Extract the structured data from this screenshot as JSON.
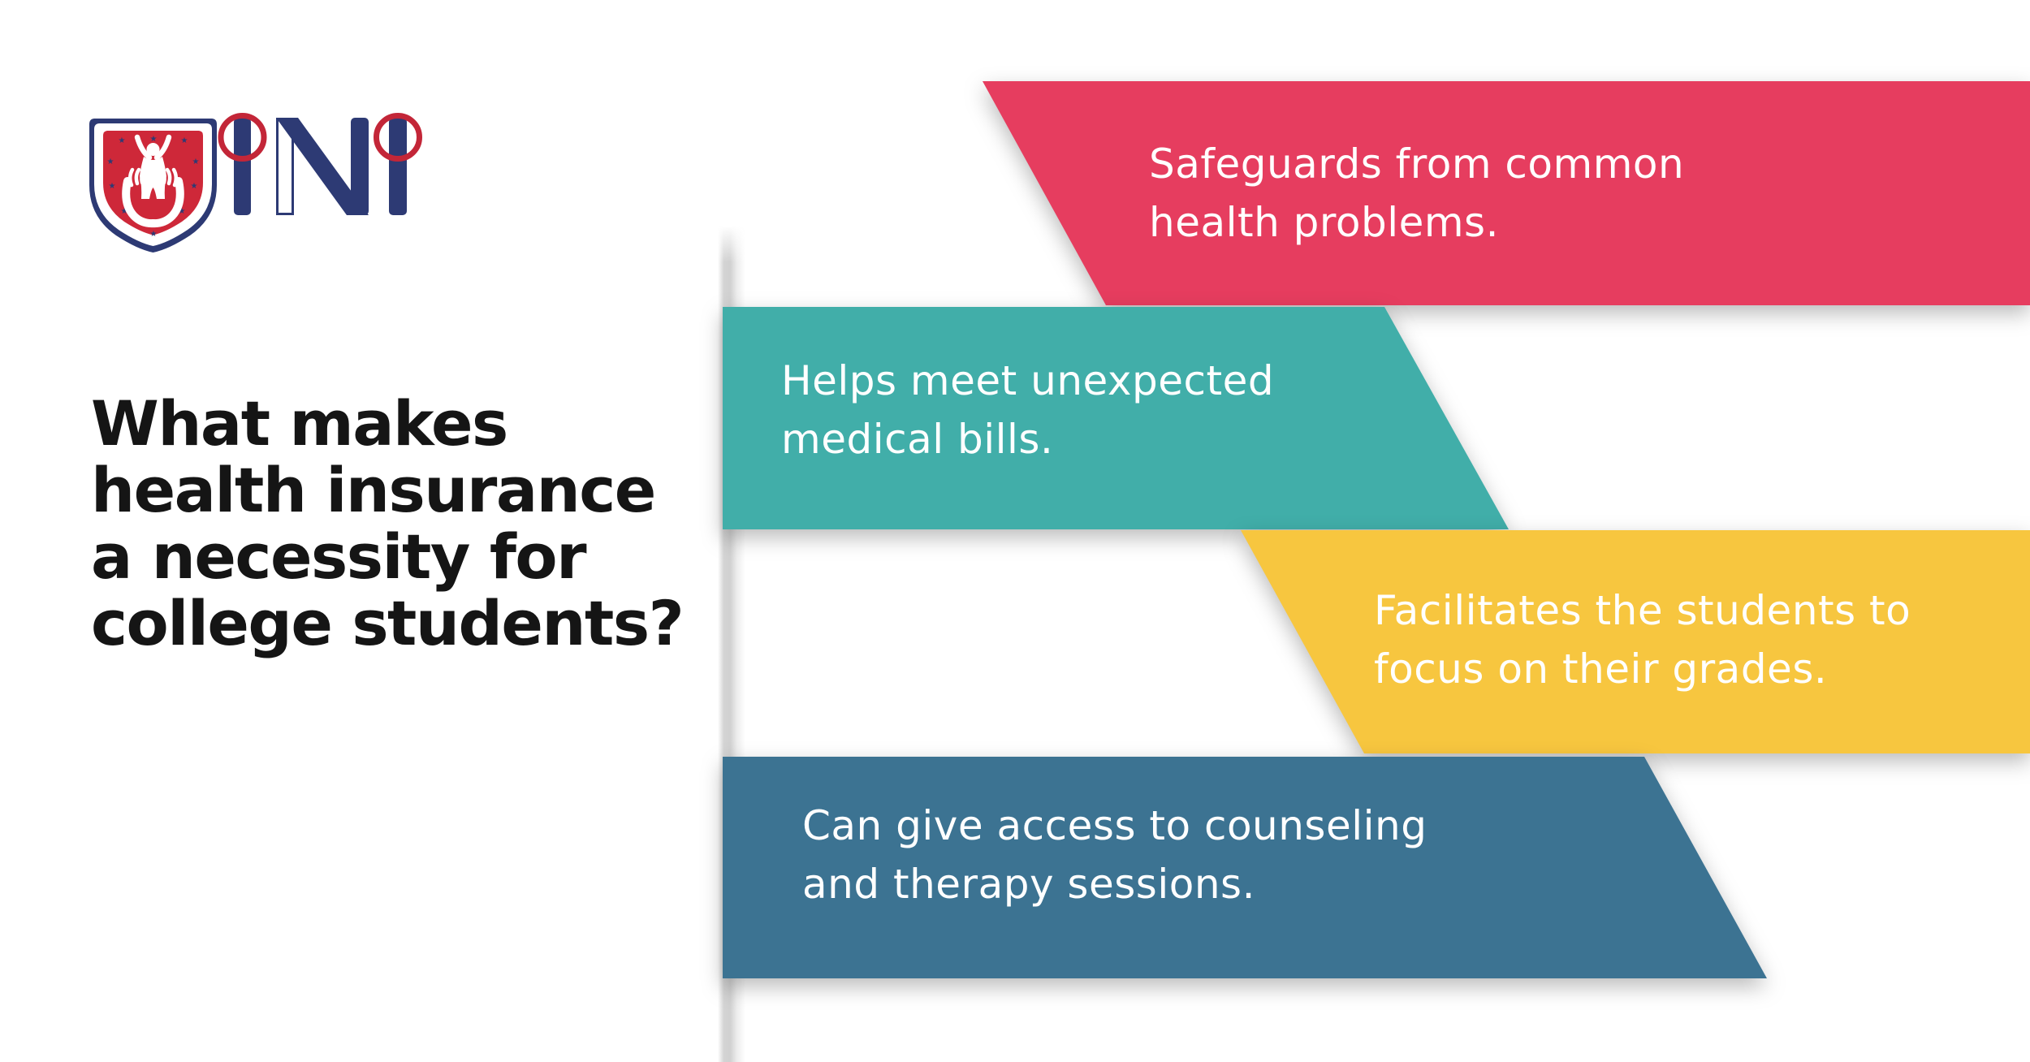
{
  "brand": {
    "name": "INI"
  },
  "title": {
    "text": "What makes\nhealth insurance\na necessity for\ncollege students?"
  },
  "banners": [
    {
      "label": "Safeguards from common\nhealth problems.",
      "color": "#E63D5F"
    },
    {
      "label": "Helps meet unexpected\nmedical bills.",
      "color": "#41AEA9"
    },
    {
      "label": "Facilitates the students to\nfocus on their grades.",
      "color": "#F7C63F"
    },
    {
      "label": "Can give access to counseling\nand therapy sessions.",
      "color": "#3C7392"
    }
  ],
  "colors": {
    "background": "#FFFFFF",
    "title_text": "#151515",
    "banner_text": "#FFFFFF",
    "navy": "#2D3A74",
    "logo_red": "#CE2839",
    "ring_red": "#C32638"
  }
}
